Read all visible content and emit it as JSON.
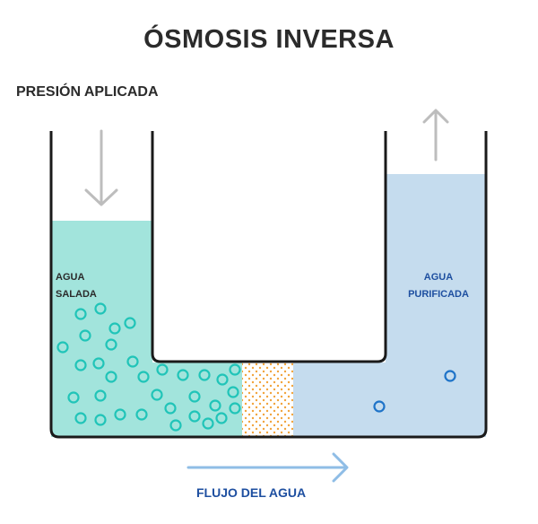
{
  "title": "ÓSMOSIS INVERSA",
  "labels": {
    "pressure": "PRESIÓN APLICADA",
    "salt_water_line1": "AGUA",
    "salt_water_line2": "SALADA",
    "purified_water_line1": "AGUA",
    "purified_water_line2": "PURIFICADA",
    "water_flow": "FLUJO DEL AGUA"
  },
  "colors": {
    "salt_water": "#a2e4dc",
    "purified_water": "#c5dcee",
    "membrane_dots": "#f2a43c",
    "salt_particles": "#20c4b8",
    "purified_particles": "#1e73c8",
    "flow_arrow": "#8fbde6",
    "pressure_arrow": "#bdbdbd",
    "vessel_outline": "#1a1a1a"
  },
  "icons": {
    "pressure_arrow": "arrow-down-icon",
    "rise_arrow": "arrow-up-icon",
    "flow_arrow": "arrow-right-icon"
  }
}
